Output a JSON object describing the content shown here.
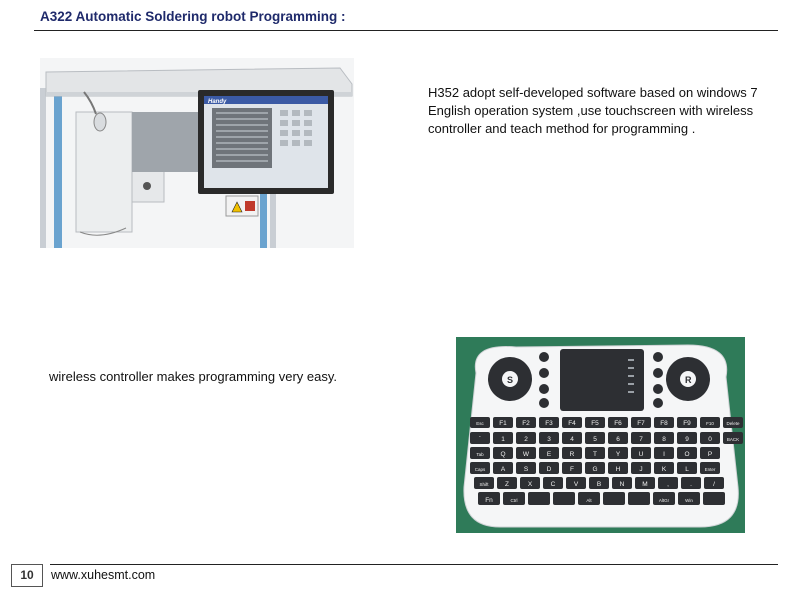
{
  "header": {
    "title": "A322 Automatic Soldering robot Programming :"
  },
  "content": {
    "top_description": "H352 adopt self-developed software based on windows 7 English operation system ,use touchscreen with wireless controller and teach method for programming .",
    "bottom_description": "wireless controller makes programming very easy."
  },
  "robot_photo": {
    "screen_logo": "Handy"
  },
  "keyboard_photo": {
    "fn_keys": [
      "Esc",
      "F1",
      "F2",
      "F3",
      "F4",
      "F5",
      "F6",
      "F7",
      "F8",
      "F9",
      "F10",
      "Delete"
    ],
    "num_keys": [
      "`",
      "1",
      "2",
      "3",
      "4",
      "5",
      "6",
      "7",
      "8",
      "9",
      "0",
      "BACK"
    ],
    "q_keys": [
      "Tab",
      "Q",
      "W",
      "E",
      "R",
      "T",
      "Y",
      "U",
      "I",
      "O",
      "P"
    ],
    "a_keys": [
      "Caps",
      "A",
      "S",
      "D",
      "F",
      "G",
      "H",
      "J",
      "K",
      "L",
      "Enter"
    ],
    "z_keys": [
      "Shift",
      "Z",
      "X",
      "C",
      "V",
      "B",
      "N",
      "M",
      ",",
      ".",
      "/"
    ],
    "bottom_keys": [
      "Fn",
      "Ctrl",
      "",
      "",
      "Alt",
      "",
      "",
      "AltGr",
      "Win",
      ""
    ]
  },
  "footer": {
    "page_number": "10",
    "website": "www.xuhesmt.com"
  }
}
